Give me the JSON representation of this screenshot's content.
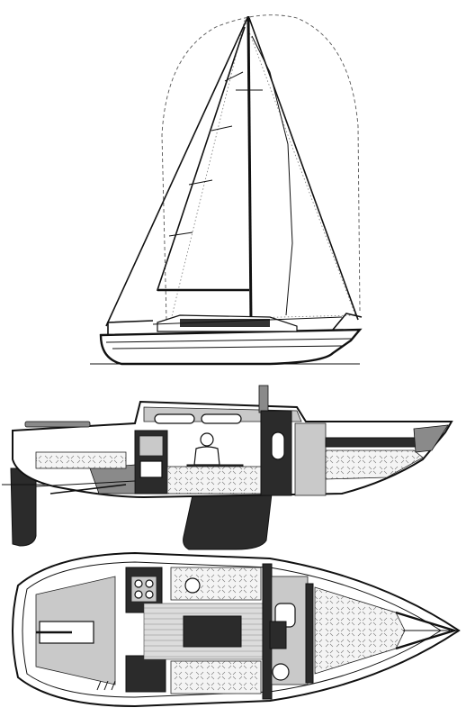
{
  "figure": {
    "views": [
      "sail-plan-profile",
      "interior-profile-section",
      "interior-deck-plan"
    ]
  }
}
